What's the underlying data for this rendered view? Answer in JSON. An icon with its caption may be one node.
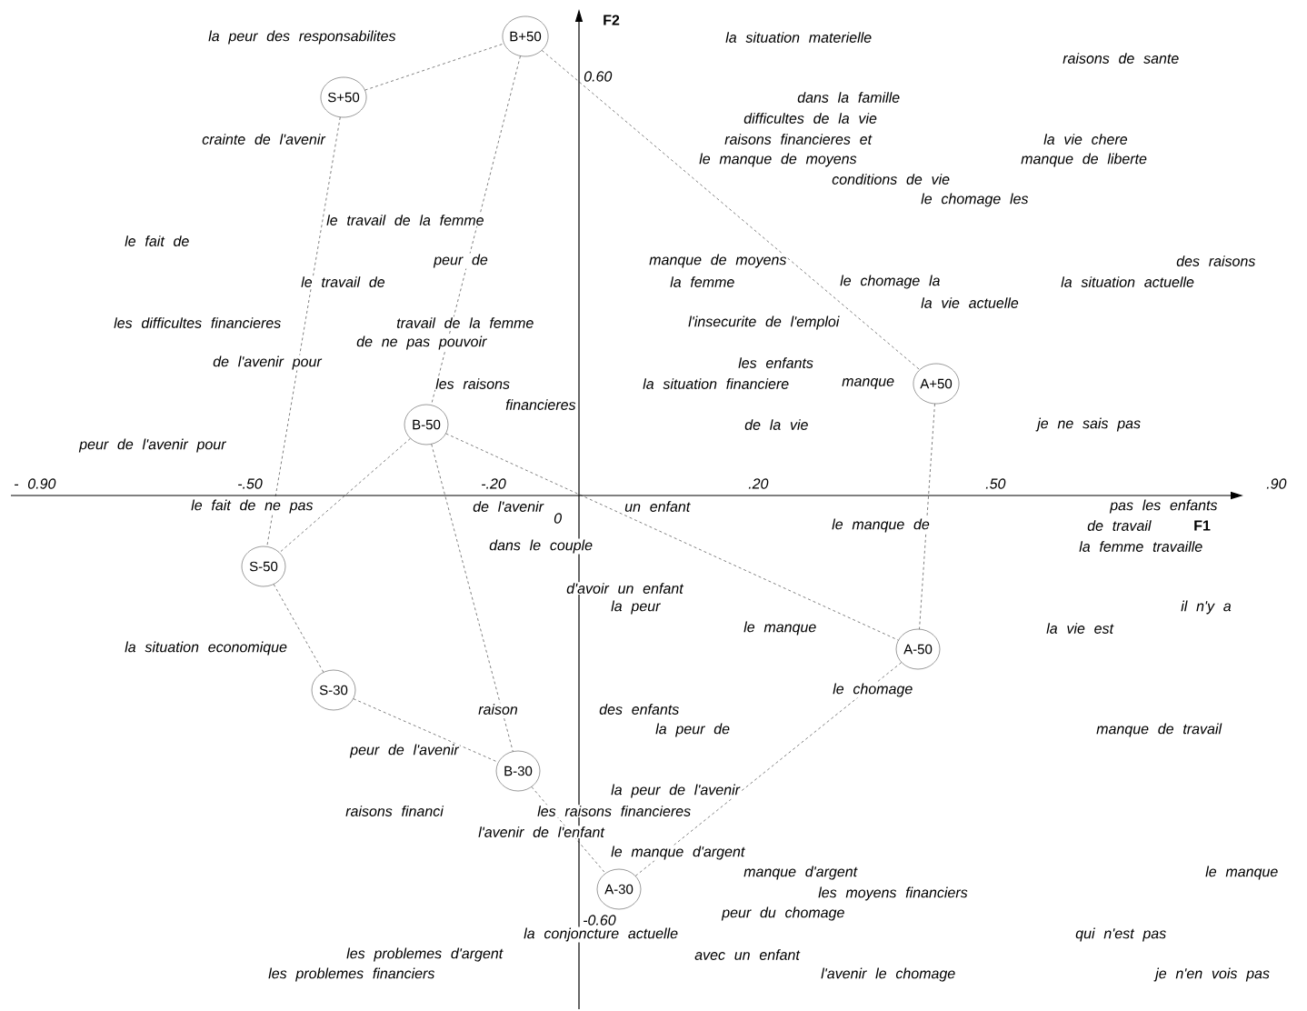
{
  "diagram": {
    "nodes": [
      {
        "text": [
          "B+50"
        ]
      },
      {
        "text": [
          "S+50"
        ]
      },
      {
        "text": [
          "A+50"
        ]
      },
      {
        "text": [
          "B-50"
        ]
      },
      {
        "text": [
          "S-50"
        ]
      },
      {
        "text": [
          "A-50"
        ]
      },
      {
        "text": [
          "S-30"
        ]
      },
      {
        "text": [
          "B-30"
        ]
      },
      {
        "text": [
          "A-30"
        ]
      }
    ],
    "edges": [
      {
        "from": 1,
        "to": 0,
        "arrow": "none",
        "style": "dashed"
      },
      {
        "from": 0,
        "to": 2,
        "arrow": "none",
        "style": "dashed"
      },
      {
        "from": 0,
        "to": 3,
        "arrow": "none",
        "style": "dashed"
      },
      {
        "from": 1,
        "to": 4,
        "arrow": "none",
        "style": "dashed"
      },
      {
        "from": 2,
        "to": 5,
        "arrow": "none",
        "style": "dashed"
      },
      {
        "from": 3,
        "to": 4,
        "arrow": "none",
        "style": "dashed"
      },
      {
        "from": 3,
        "to": 5,
        "arrow": "none",
        "style": "dashed"
      },
      {
        "from": 3,
        "to": 7,
        "arrow": "none",
        "style": "dashed"
      },
      {
        "from": 4,
        "to": 6,
        "arrow": "none",
        "style": "dashed"
      },
      {
        "from": 6,
        "to": 7,
        "arrow": "none",
        "style": "dashed"
      },
      {
        "from": 7,
        "to": 8,
        "arrow": "none",
        "style": "dashed"
      },
      {
        "from": 8,
        "to": 5,
        "arrow": "none",
        "style": "dashed"
      }
    ],
    "labels": [
      "F2",
      "la peur des responsabilites",
      "la situation materielle",
      "raisons de sante",
      "0.60",
      "dans la famille",
      "difficultes de la vie",
      "crainte de l'avenir",
      "raisons financieres et",
      "la vie chere",
      "le manque de moyens",
      "manque de liberte",
      "conditions de vie",
      "le chomage les",
      "le travail de la femme",
      "le fait de",
      "peur de",
      "manque de moyens",
      "des raisons",
      "le travail de",
      "la femme",
      "le chomage la",
      "la situation actuelle",
      "la vie actuelle",
      "les difficultes financieres",
      "travail de la femme",
      "l'insecurite de l'emploi",
      "de ne pas pouvoir",
      "de l'avenir pour",
      "les enfants",
      "les raisons",
      "la situation financiere",
      "manque",
      "financieres",
      "de la vie",
      "je ne sais pas",
      "peur de l'avenir pour",
      "- 0.90",
      "-.50",
      "-.20",
      ".20",
      ".50",
      ".90",
      "le fait de ne pas",
      "de l'avenir",
      "un enfant",
      "pas les enfants",
      "0",
      "le manque de",
      "de travail",
      "F1",
      "dans le couple",
      "la femme travaille",
      "d'avoir un enfant",
      "la peur",
      "il n'y a",
      "le manque",
      "la vie est",
      "la situation economique",
      "le chomage",
      "raison",
      "des enfants",
      "la peur de",
      "manque de travail",
      "peur de l'avenir",
      "la peur de l'avenir",
      "raisons financi",
      "les raisons financieres",
      "l'avenir de l'enfant",
      "le manque d'argent",
      "manque d'argent",
      "le manque",
      "les moyens financiers",
      "-0.60",
      "peur du chomage",
      "la conjoncture actuelle",
      "qui n'est pas",
      "les problemes d'argent",
      "avec un enfant",
      "les problemes financiers",
      "l'avenir le chomage",
      "je n'en vois pas"
    ]
  }
}
